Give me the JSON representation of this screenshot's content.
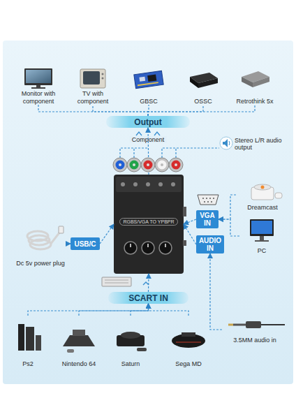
{
  "diagram": {
    "nodes": [
      {
        "text": [
          "Monitor with component"
        ]
      },
      {
        "text": [
          "TV with component"
        ]
      },
      {
        "text": [
          "GBSC"
        ]
      },
      {
        "text": [
          "OSSC"
        ]
      },
      {
        "text": [
          "Retrothink 5x"
        ]
      },
      {
        "text": [
          "Output"
        ]
      },
      {
        "text": [
          "RGBS/VGA TO YPBPR"
        ]
      },
      {
        "text": [
          "Dreamcast"
        ]
      },
      {
        "text": [
          "VGA IN"
        ]
      },
      {
        "text": [
          "PC"
        ]
      },
      {
        "text": [
          "USB/C"
        ]
      },
      {
        "text": [
          "AUDIO IN"
        ]
      },
      {
        "text": [
          "Dc 5v power plug"
        ]
      },
      {
        "text": [
          "SCART IN"
        ]
      },
      {
        "text": [
          "Ps2"
        ]
      },
      {
        "text": [
          "Nintendo 64"
        ]
      },
      {
        "text": [
          "Saturn"
        ]
      },
      {
        "text": [
          "Sega MD"
        ]
      },
      {
        "text": [
          "3.5MM audio in"
        ]
      }
    ],
    "edges": [
      {
        "from": 5,
        "to": 0,
        "arrow": "none"
      },
      {
        "from": 5,
        "to": 1,
        "arrow": "none"
      },
      {
        "from": 5,
        "to": 2,
        "arrow": "none"
      },
      {
        "from": 5,
        "to": 3,
        "arrow": "none"
      },
      {
        "from": 5,
        "to": 4,
        "arrow": "none"
      },
      {
        "from": 6,
        "to": 5,
        "arrow": "to"
      },
      {
        "from": 7,
        "to": 8,
        "arrow": "to"
      },
      {
        "from": 9,
        "to": 8,
        "arrow": "to"
      },
      {
        "from": 12,
        "to": 10,
        "arrow": "to"
      },
      {
        "from": 10,
        "to": 6,
        "arrow": "to"
      },
      {
        "from": 8,
        "to": 6,
        "arrow": "to"
      },
      {
        "from": 11,
        "to": 6,
        "arrow": "to"
      },
      {
        "from": 18,
        "to": 11,
        "arrow": "to"
      },
      {
        "from": 13,
        "to": 6,
        "arrow": "to"
      },
      {
        "from": 14,
        "to": 13,
        "arrow": "to"
      },
      {
        "from": 15,
        "to": 13,
        "arrow": "to"
      },
      {
        "from": 16,
        "to": 13,
        "arrow": "to"
      },
      {
        "from": 17,
        "to": 13,
        "arrow": "to"
      }
    ],
    "labels": [
      "Component",
      "Stereo L/R audio output"
    ]
  }
}
